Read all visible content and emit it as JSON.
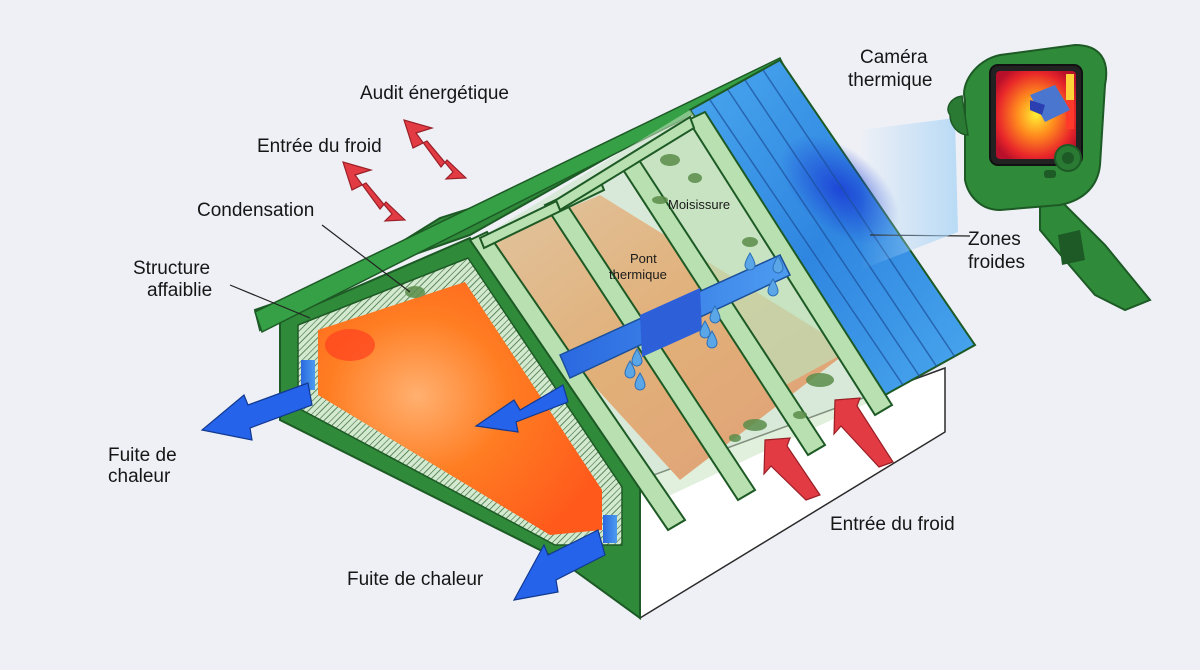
{
  "labels": {
    "audit": "Audit énergétique",
    "cold_in_top": "Entrée du froid",
    "condensation": "Condensation",
    "structure_1": "Structure",
    "structure_2": "affaiblie",
    "heat_leak_left_1": "Fuite de",
    "heat_leak_left_2": "chaleur",
    "heat_leak_bottom": "Fuite de chaleur",
    "cold_in_bottom": "Entrée du froid",
    "mold": "Moisissure",
    "thermal_bridge_1": "Pont",
    "thermal_bridge_2": "thermique",
    "camera_1": "Caméra",
    "camera_2": "thermique",
    "cold_zones_1": "Zones",
    "cold_zones_2": "froides"
  },
  "colors": {
    "roof_green": "#2f8a3a",
    "heat_orange": "#ff7a1f",
    "cold_blue": "#2563eb",
    "cold_arrow_red": "#e23b44",
    "insulation": "#cfe6c8"
  },
  "icons": [
    "thermal-camera-icon",
    "water-drop-icon",
    "mold-spot-icon"
  ]
}
